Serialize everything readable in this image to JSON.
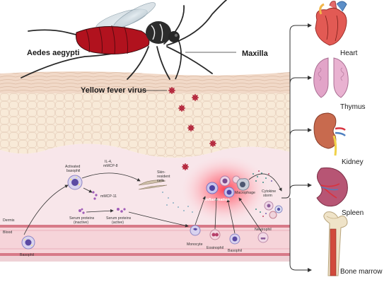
{
  "labels": {
    "mosquito": "Aedes aegypti",
    "maxilla": "Maxilla",
    "virus": "Yellow fever virus",
    "activated_basophil": [
      "Activated",
      "basophil"
    ],
    "il4": [
      "IL-4,",
      "mMCP-8"
    ],
    "skin_cells": [
      "Skin-",
      "resident",
      "cells"
    ],
    "mmcp11": "mMCP-11",
    "serum_inactive": [
      "Serum proteins",
      "(inactive)"
    ],
    "serum_active": [
      "Serum proteins",
      "(active)"
    ],
    "dermis": "Dermis",
    "blood": "Blood",
    "basophil_blood": "Basophil",
    "inflammation": "Inflammation",
    "macrophage": "Macrophage",
    "cytokine_storm": [
      "Cytokine",
      "storm"
    ],
    "monocyte": "Monocyte",
    "eosinophil": "Eosinophil",
    "basophil2": "Basophil",
    "neutrophil": "Neutrophil"
  },
  "organs": [
    "Heart",
    "Thymus",
    "Kidney",
    "Spleen",
    "Bone marrow"
  ],
  "colors": {
    "skin_top": "#f1d9c8",
    "epidermis": "#f8ead8",
    "dermis": "#f7e6ea",
    "vessel": "#e9a3ae",
    "inflammation": "#f24a5a",
    "virus": "#b3243a",
    "mosquito_abdomen": "#b1121e"
  }
}
